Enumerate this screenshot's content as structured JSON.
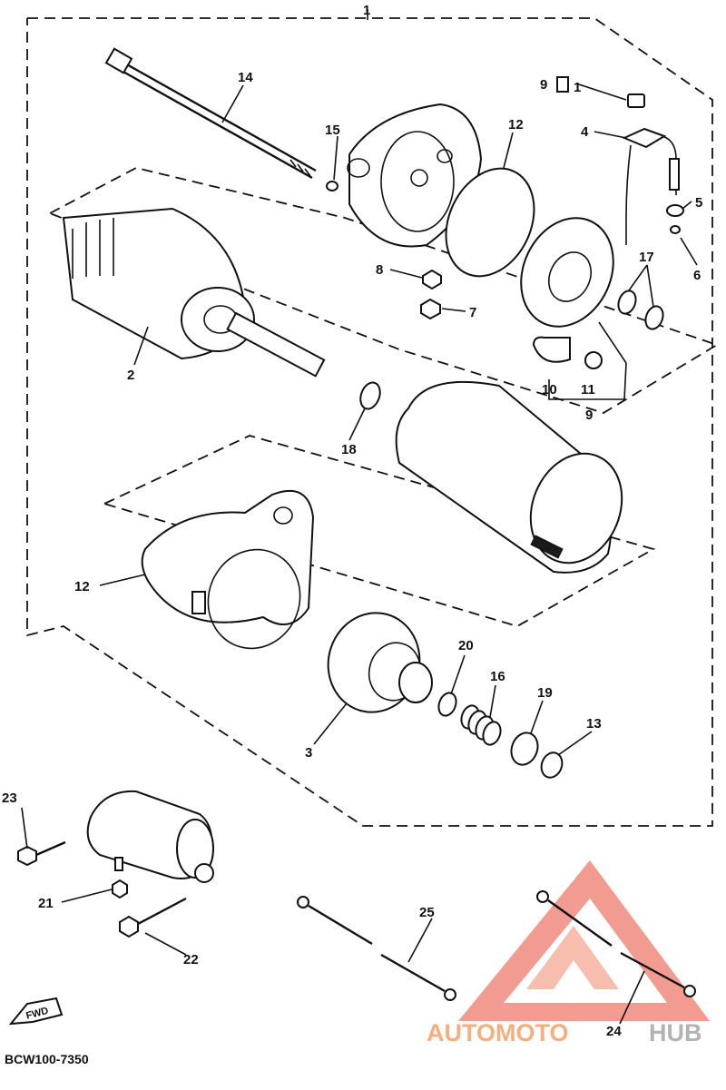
{
  "diagram": {
    "drawing_code": "BCW100-7350",
    "direction_tag": "FWD",
    "callouts": {
      "c1_top": "1",
      "c1_side": "1",
      "c2": "2",
      "c3": "3",
      "c4": "4",
      "c5": "5",
      "c6": "6",
      "c7": "7",
      "c8": "8",
      "c9_top": "9",
      "c9_bottom": "9",
      "c10": "10",
      "c11": "11",
      "c12_top": "12",
      "c12_left": "12",
      "c13": "13",
      "c14": "14",
      "c15": "15",
      "c16": "16",
      "c17": "17",
      "c18": "18",
      "c19": "19",
      "c20": "20",
      "c21": "21",
      "c22": "22",
      "c23": "23",
      "c24": "24",
      "c25": "25"
    }
  },
  "watermark": {
    "part1": "AUTOMOTO",
    "part2": "HUB",
    "color_primary": "#f08a7e",
    "color_secondary": "#f6b7a5",
    "color_hub": "#b3b3b3"
  }
}
